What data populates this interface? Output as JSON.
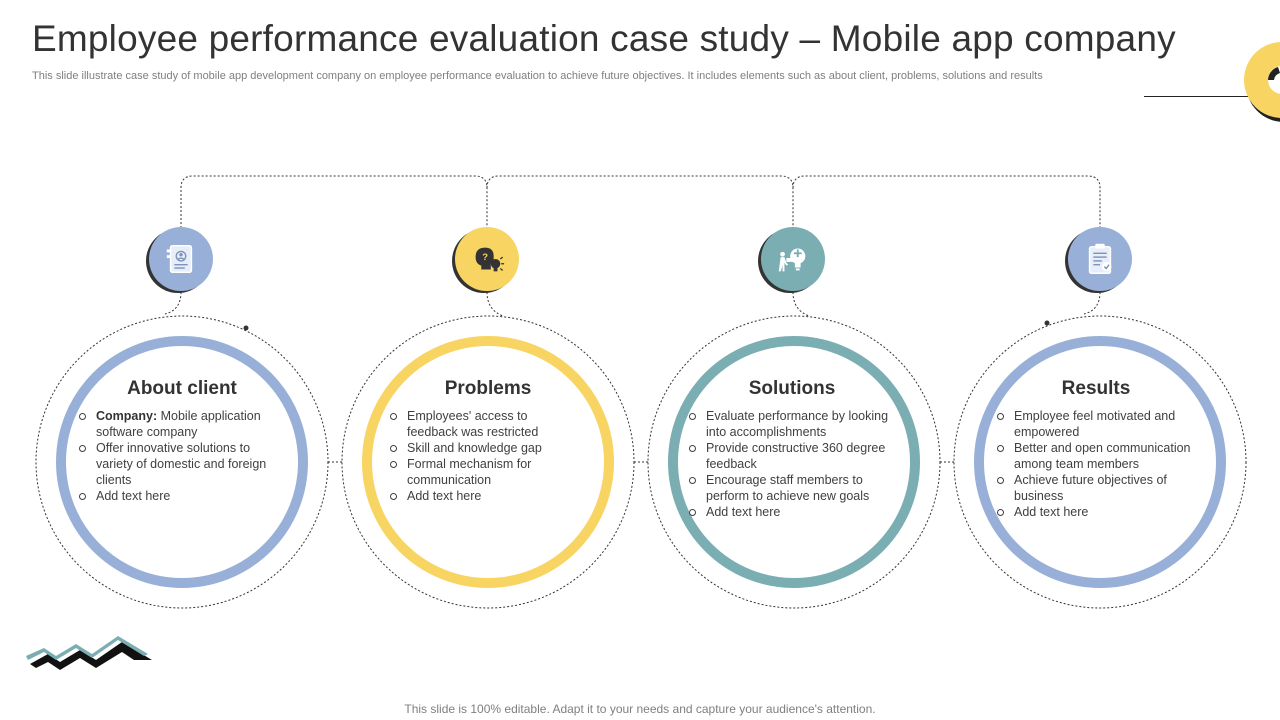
{
  "header": {
    "title": "Employee performance evaluation case study – Mobile app company",
    "subtitle": "This slide illustrate case study of mobile app development company on employee performance evaluation to achieve future objectives. It includes elements such as about client, problems, solutions and results"
  },
  "colors": {
    "blue": "#98B0D8",
    "yellow": "#F8D563",
    "teal": "#7AAEB3",
    "text": "#404040"
  },
  "cards": [
    {
      "title": "About client",
      "icon": "profile-document-icon",
      "color": "#98B0D8",
      "company_label": "Company:",
      "company_text": " Mobile application software company",
      "items": [
        "Offer innovative  solutions to variety of domestic and foreign clients",
        "Add text here"
      ]
    },
    {
      "title": "Problems",
      "icon": "brain-lightbulb-icon",
      "color": "#F8D563",
      "items": [
        "Employees' access to feedback was restricted",
        "Skill and knowledge gap",
        "Formal mechanism for communication",
        "Add text here"
      ]
    },
    {
      "title": "Solutions",
      "icon": "puzzle-lightbulb-icon",
      "color": "#7AAEB3",
      "items": [
        "Evaluate performance by looking into accomplishments",
        "Provide constructive 360 degree feedback",
        "Encourage staff members to perform to achieve new goals",
        "Add text here"
      ]
    },
    {
      "title": "Results",
      "icon": "clipboard-check-icon",
      "color": "#98B0D8",
      "items": [
        "Employee feel motivated and empowered",
        "Better and open communication among team members",
        "Achieve future objectives of business",
        "Add text here"
      ]
    }
  ],
  "footer": {
    "text": "This slide is 100% editable. Adapt it to your needs and capture your audience's attention."
  }
}
